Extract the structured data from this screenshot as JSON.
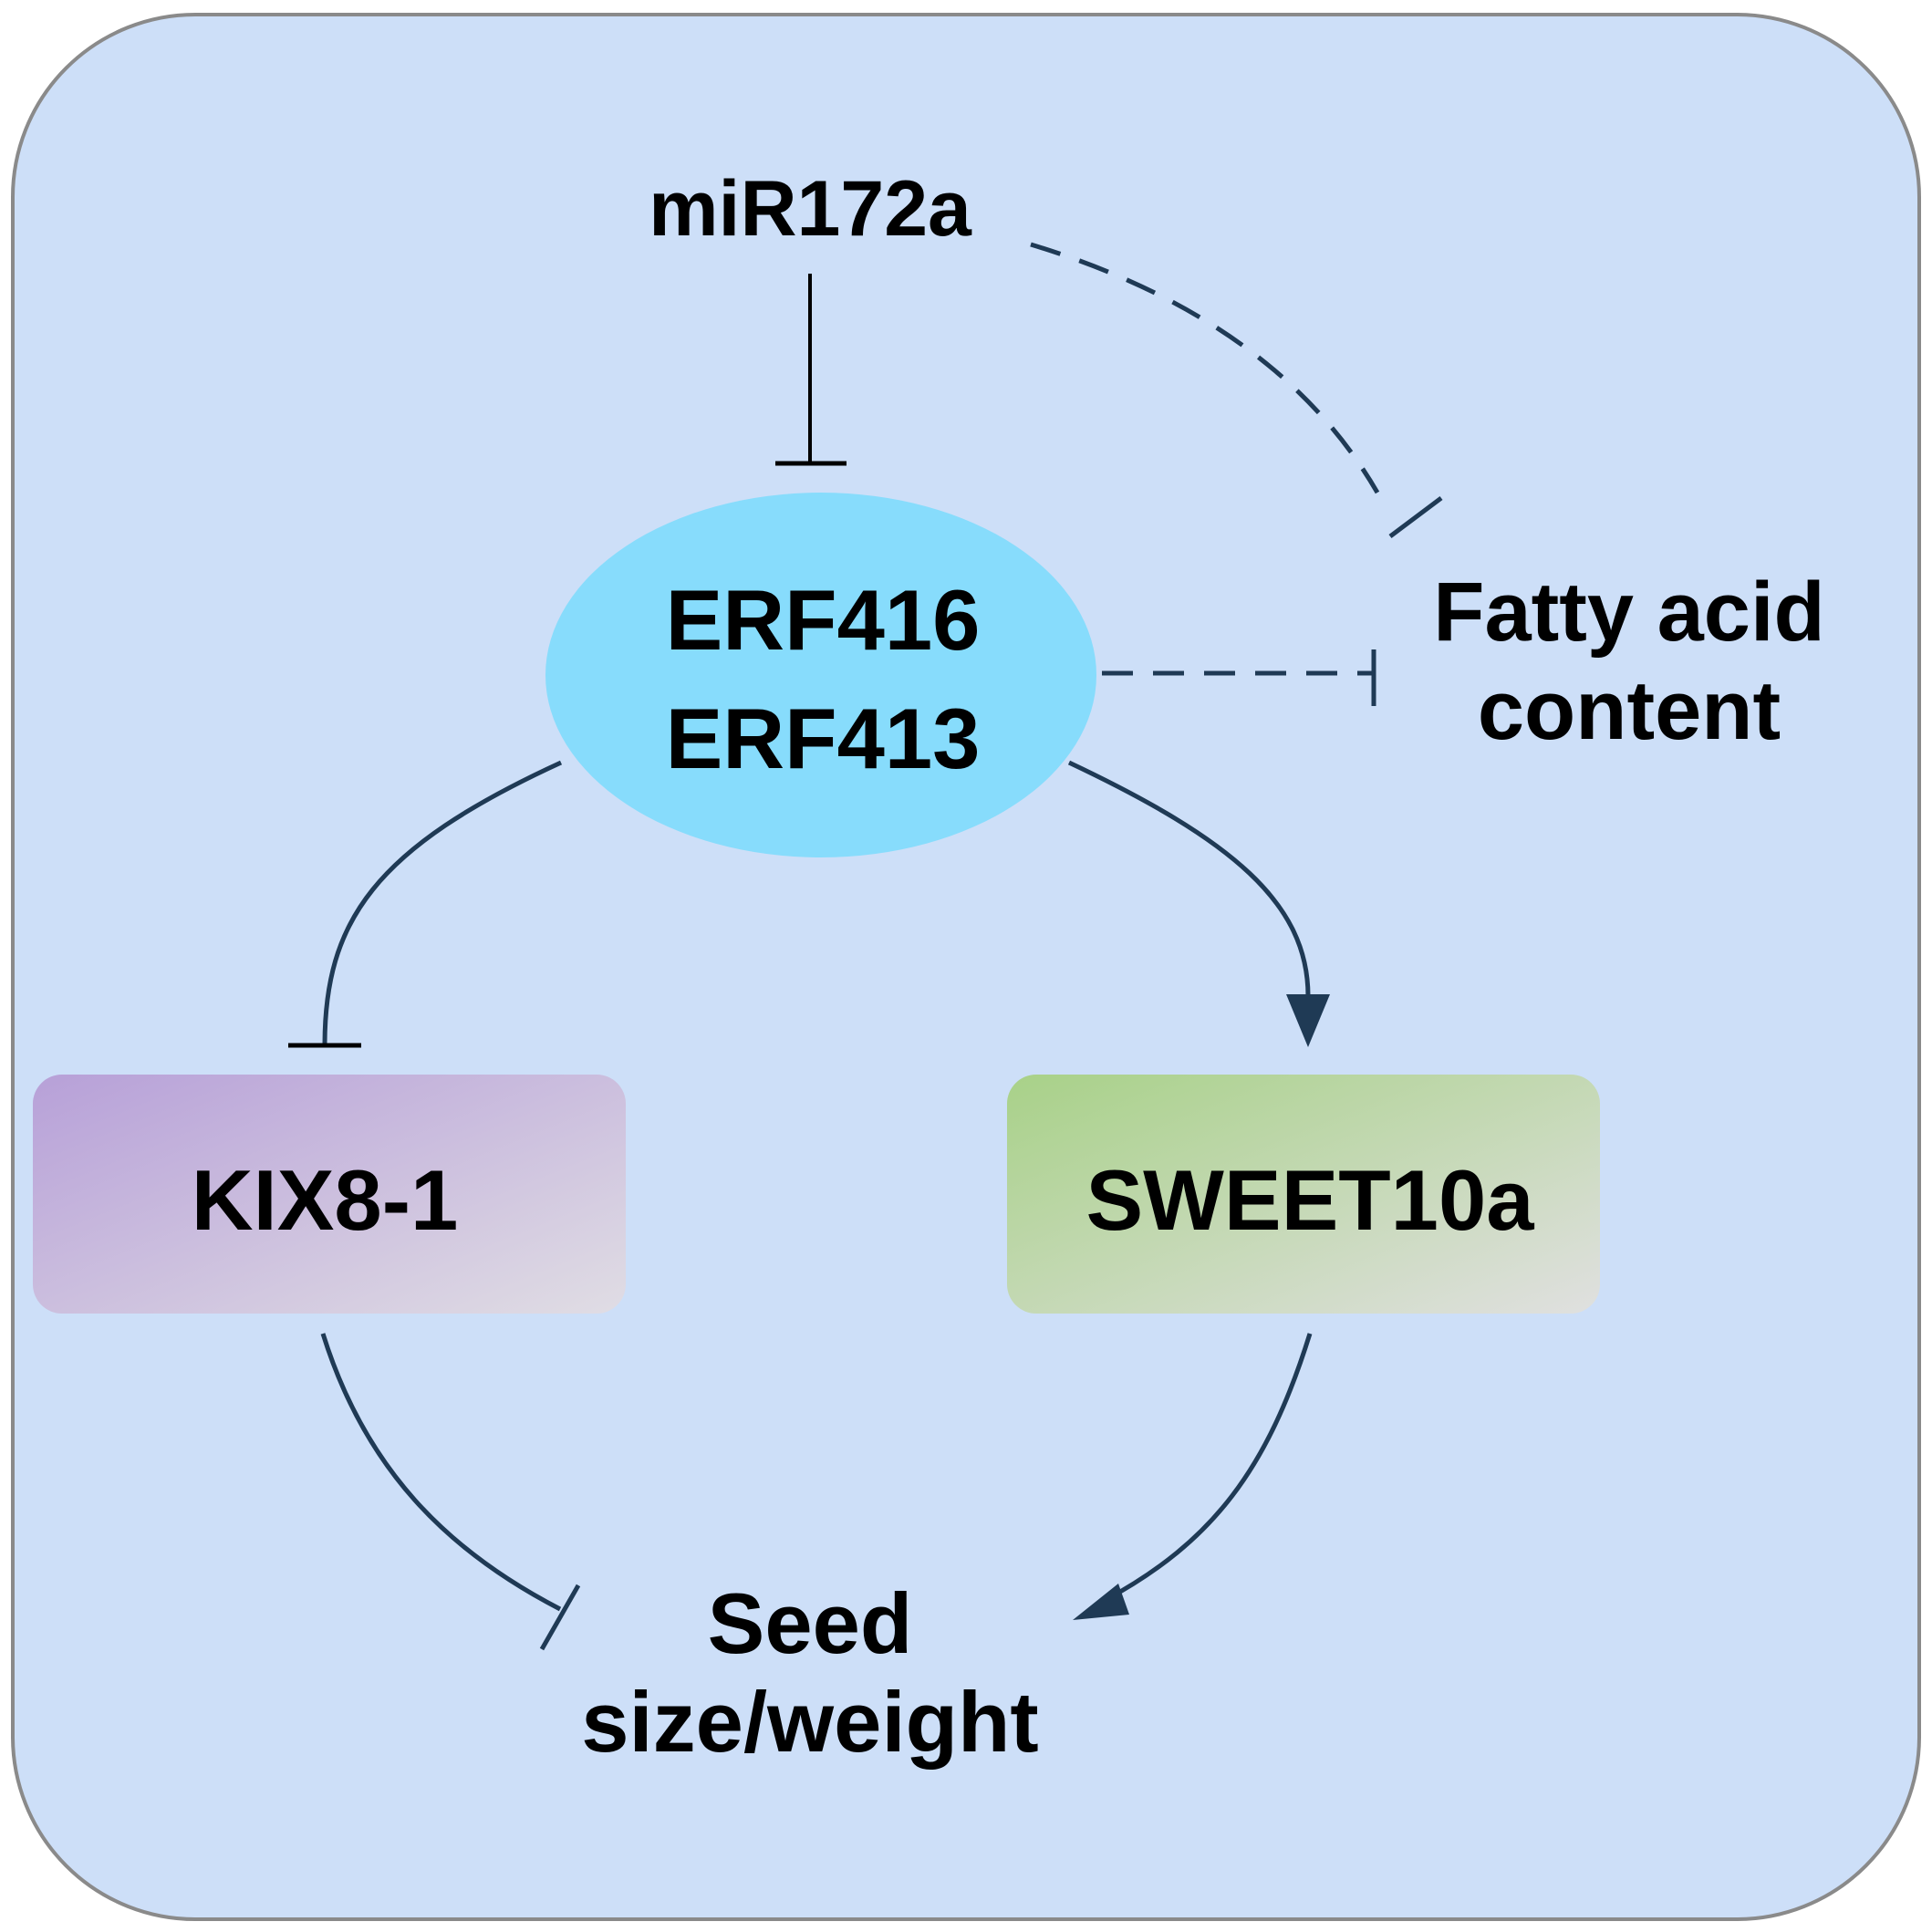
{
  "diagram": {
    "colors": {
      "background": "#cddff8",
      "border": "#8a8a8a",
      "arrow": "#1f3a55",
      "ellipse": "#87dcfc",
      "kix_start": "#b7a0d8",
      "kix_end": "#e0dde4",
      "sweet_start": "#a8d188",
      "sweet_end": "#e0e0e0"
    },
    "nodes": {
      "mir": "miR172a",
      "erf_line1": "ERF416",
      "erf_line2": "ERF413",
      "fatty_line1": "Fatty acid",
      "fatty_line2": "content",
      "kix": "KIX8-1",
      "sweet": "SWEET10a",
      "seed_line1": "Seed",
      "seed_line2": "size/weight"
    },
    "edges": [
      {
        "from": "miR172a",
        "to": "ERF416/ERF413",
        "type": "inhibition",
        "style": "solid"
      },
      {
        "from": "miR172a",
        "to": "Fatty acid content",
        "type": "inhibition",
        "style": "dashed"
      },
      {
        "from": "ERF416/ERF413",
        "to": "Fatty acid content",
        "type": "inhibition",
        "style": "dashed"
      },
      {
        "from": "ERF416/ERF413",
        "to": "KIX8-1",
        "type": "inhibition",
        "style": "solid"
      },
      {
        "from": "ERF416/ERF413",
        "to": "SWEET10a",
        "type": "activation",
        "style": "solid"
      },
      {
        "from": "KIX8-1",
        "to": "Seed size/weight",
        "type": "inhibition",
        "style": "solid"
      },
      {
        "from": "SWEET10a",
        "to": "Seed size/weight",
        "type": "activation",
        "style": "solid"
      }
    ]
  }
}
